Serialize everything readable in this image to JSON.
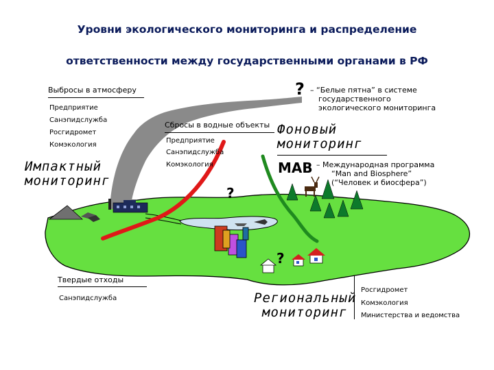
{
  "title_line1": "Уровни экологического мониторинга и распределение",
  "title_line2": "ответственности между государственными органами в РФ",
  "air": {
    "header": "Выбросы в атмосферу",
    "items": [
      "Предприятие",
      "Санэпидслужба",
      "Росгидромет",
      "Комэкология"
    ]
  },
  "water": {
    "header": "Сбросы в водные объекты",
    "items": [
      "Предприятие",
      "Санэпидслужба",
      "Комэкология"
    ]
  },
  "impact_label": [
    "Импактный",
    "мониторинг"
  ],
  "background_label": [
    "Фоновый",
    "мониторинг"
  ],
  "regional_label": [
    "Региональный",
    "мониторинг"
  ],
  "question_mark": "?",
  "white_spots_note": [
    "– “Белые пятна” в системе",
    "государственного",
    "экологического мониторинга"
  ],
  "mab": {
    "abbr": "MAB",
    "lines": [
      "– Международная программа",
      "“Man and Biosphere”",
      "(“Человек и биосфера”)"
    ]
  },
  "solid_waste": {
    "header": "Твердые отходы",
    "items": [
      "Санэпидслужба"
    ]
  },
  "regional_agencies": [
    "Росгидромет",
    "Комэкология",
    "Министерства и ведомства"
  ],
  "colors": {
    "land": "#66e040",
    "water": "#cfe2f0",
    "smoke": "#8a8a8a",
    "impact_arrow": "#e01818",
    "background_arrow": "#1f8a1f",
    "title": "#0a1a5a"
  },
  "icons": [
    "factory-icon",
    "city-icon",
    "house-icon",
    "tree-icon",
    "deer-icon",
    "fish-icon",
    "boat-icon"
  ]
}
